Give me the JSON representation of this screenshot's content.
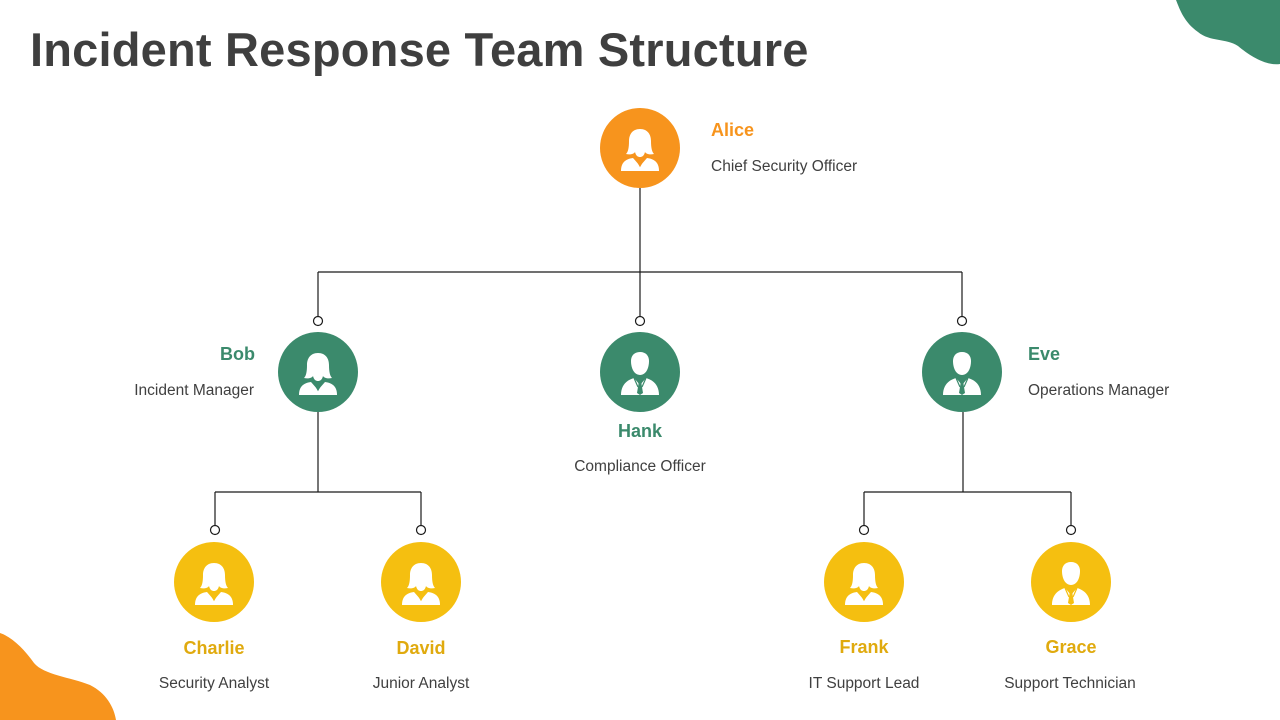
{
  "title": "Incident Response Team Structure",
  "colors": {
    "orange": "#f7941d",
    "green": "#3b8a6c",
    "yellow": "#f5bf10",
    "yellow_text": "#e0aa0e",
    "blob_green": "#3b8a6c",
    "blob_orange": "#f7941d"
  },
  "members": {
    "alice": {
      "name": "Alice",
      "role": "Chief Security Officer",
      "icon": "female-person-icon"
    },
    "bob": {
      "name": "Bob",
      "role": "Incident Manager",
      "icon": "female-person-icon"
    },
    "hank": {
      "name": "Hank",
      "role": "Compliance Officer",
      "icon": "male-person-icon"
    },
    "eve": {
      "name": "Eve",
      "role": "Operations Manager",
      "icon": "male-person-icon"
    },
    "charlie": {
      "name": "Charlie",
      "role": "Security Analyst",
      "icon": "female-person-icon"
    },
    "david": {
      "name": "David",
      "role": "Junior Analyst",
      "icon": "female-person-icon"
    },
    "frank": {
      "name": "Frank",
      "role": "IT Support Lead",
      "icon": "female-person-icon"
    },
    "grace": {
      "name": "Grace",
      "role": "Support Technician",
      "icon": "male-person-icon"
    }
  }
}
